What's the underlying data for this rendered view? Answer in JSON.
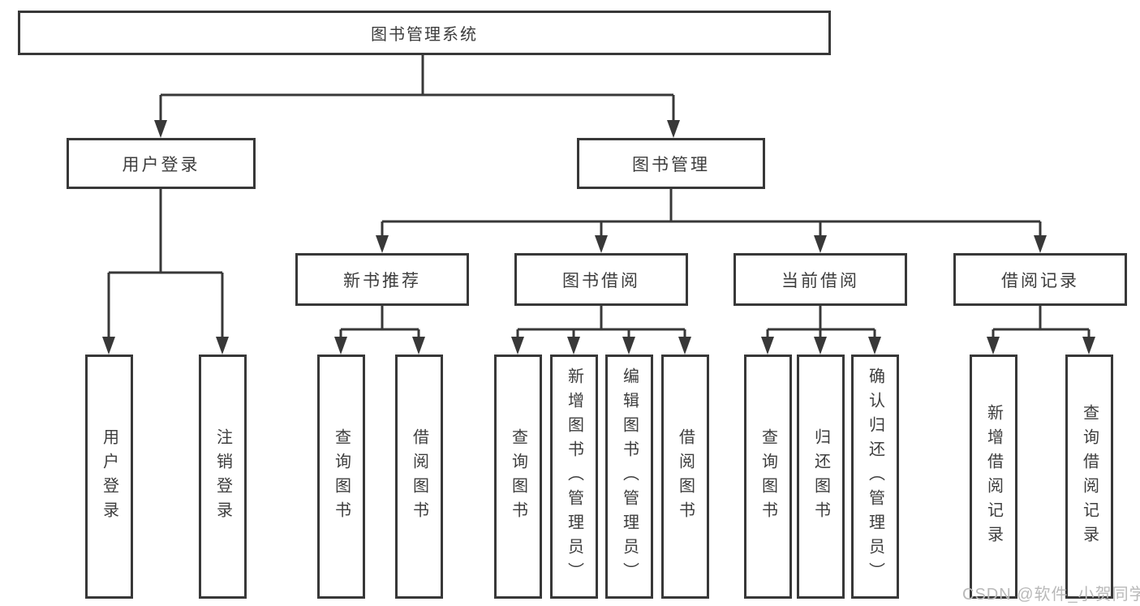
{
  "colors": {
    "line": "#383838",
    "box_border": "#383838",
    "text": "#3d3d3d",
    "watermark": "#b9b9b9",
    "background": "#ffffff"
  },
  "tree": {
    "label": "图书管理系统",
    "children": [
      {
        "label": "用户登录",
        "children": [
          {
            "label": "用户登录"
          },
          {
            "label": "注销登录"
          }
        ]
      },
      {
        "label": "图书管理",
        "children": [
          {
            "label": "新书推荐",
            "children": [
              {
                "label": "查询图书"
              },
              {
                "label": "借阅图书"
              }
            ]
          },
          {
            "label": "图书借阅",
            "children": [
              {
                "label": "查询图书"
              },
              {
                "label": "新增图书（管理员）"
              },
              {
                "label": "编辑图书（管理员）"
              },
              {
                "label": "借阅图书"
              }
            ]
          },
          {
            "label": "当前借阅",
            "children": [
              {
                "label": "查询图书"
              },
              {
                "label": "归还图书"
              },
              {
                "label": "确认归还（管理员）"
              }
            ]
          },
          {
            "label": "借阅记录",
            "children": [
              {
                "label": "新增借阅记录"
              },
              {
                "label": "查询借阅记录"
              }
            ]
          }
        ]
      }
    ]
  },
  "watermark": {
    "text": "CSDN @软件_小贺同学"
  }
}
